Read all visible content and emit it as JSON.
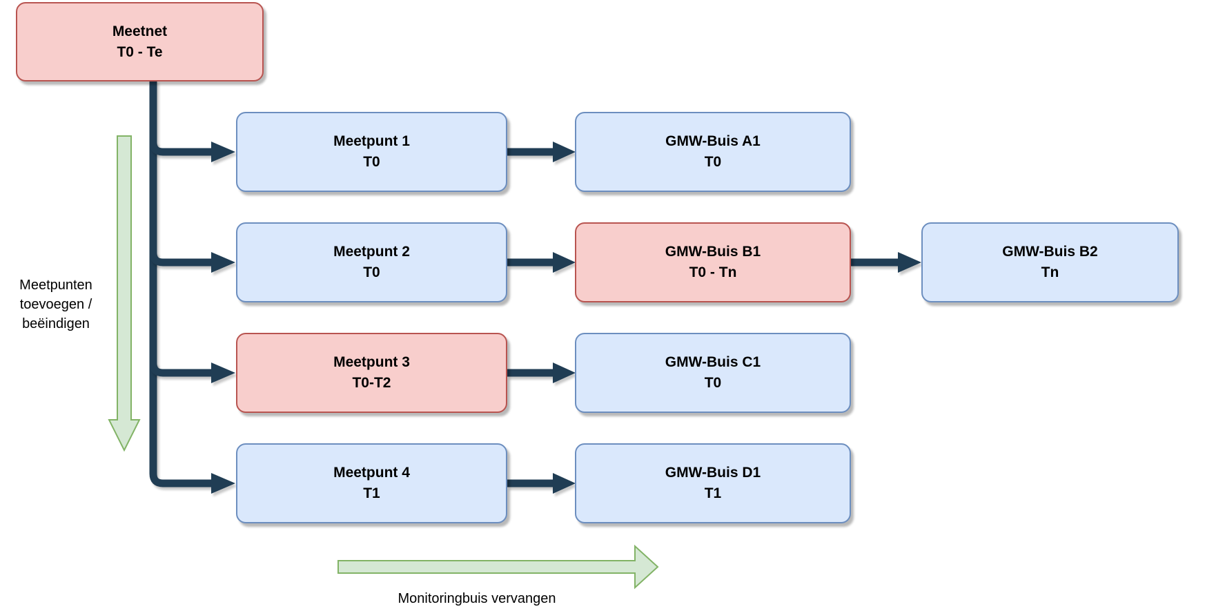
{
  "nodes": {
    "meetnet": {
      "title": "Meetnet",
      "period": "T0 - Te"
    },
    "meetpunt1": {
      "title": "Meetpunt 1",
      "period": "T0"
    },
    "meetpunt2": {
      "title": "Meetpunt 2",
      "period": "T0"
    },
    "meetpunt3": {
      "title": "Meetpunt 3",
      "period": "T0-T2"
    },
    "meetpunt4": {
      "title": "Meetpunt 4",
      "period": "T1"
    },
    "gmw_a1": {
      "title": "GMW-Buis A1",
      "period": "T0"
    },
    "gmw_b1": {
      "title": "GMW-Buis B1",
      "period": "T0 - Tn"
    },
    "gmw_b2": {
      "title": "GMW-Buis B2",
      "period": "Tn"
    },
    "gmw_c1": {
      "title": "GMW-Buis C1",
      "period": "T0"
    },
    "gmw_d1": {
      "title": "GMW-Buis D1",
      "period": "T1"
    }
  },
  "labels": {
    "left_arrow": {
      "line1": "Meetpunten",
      "line2": "toevoegen /",
      "line3": "beëindigen"
    },
    "bottom_arrow": "Monitoringbuis vervangen"
  },
  "colors": {
    "node_blue_fill": "#dae8fc",
    "node_blue_stroke": "#6c8ebf",
    "node_red_fill": "#f8cecc",
    "node_red_stroke": "#b85450",
    "arrow_green_fill": "#d5e8d4",
    "arrow_green_stroke": "#82b366",
    "connector": "#203d54"
  }
}
